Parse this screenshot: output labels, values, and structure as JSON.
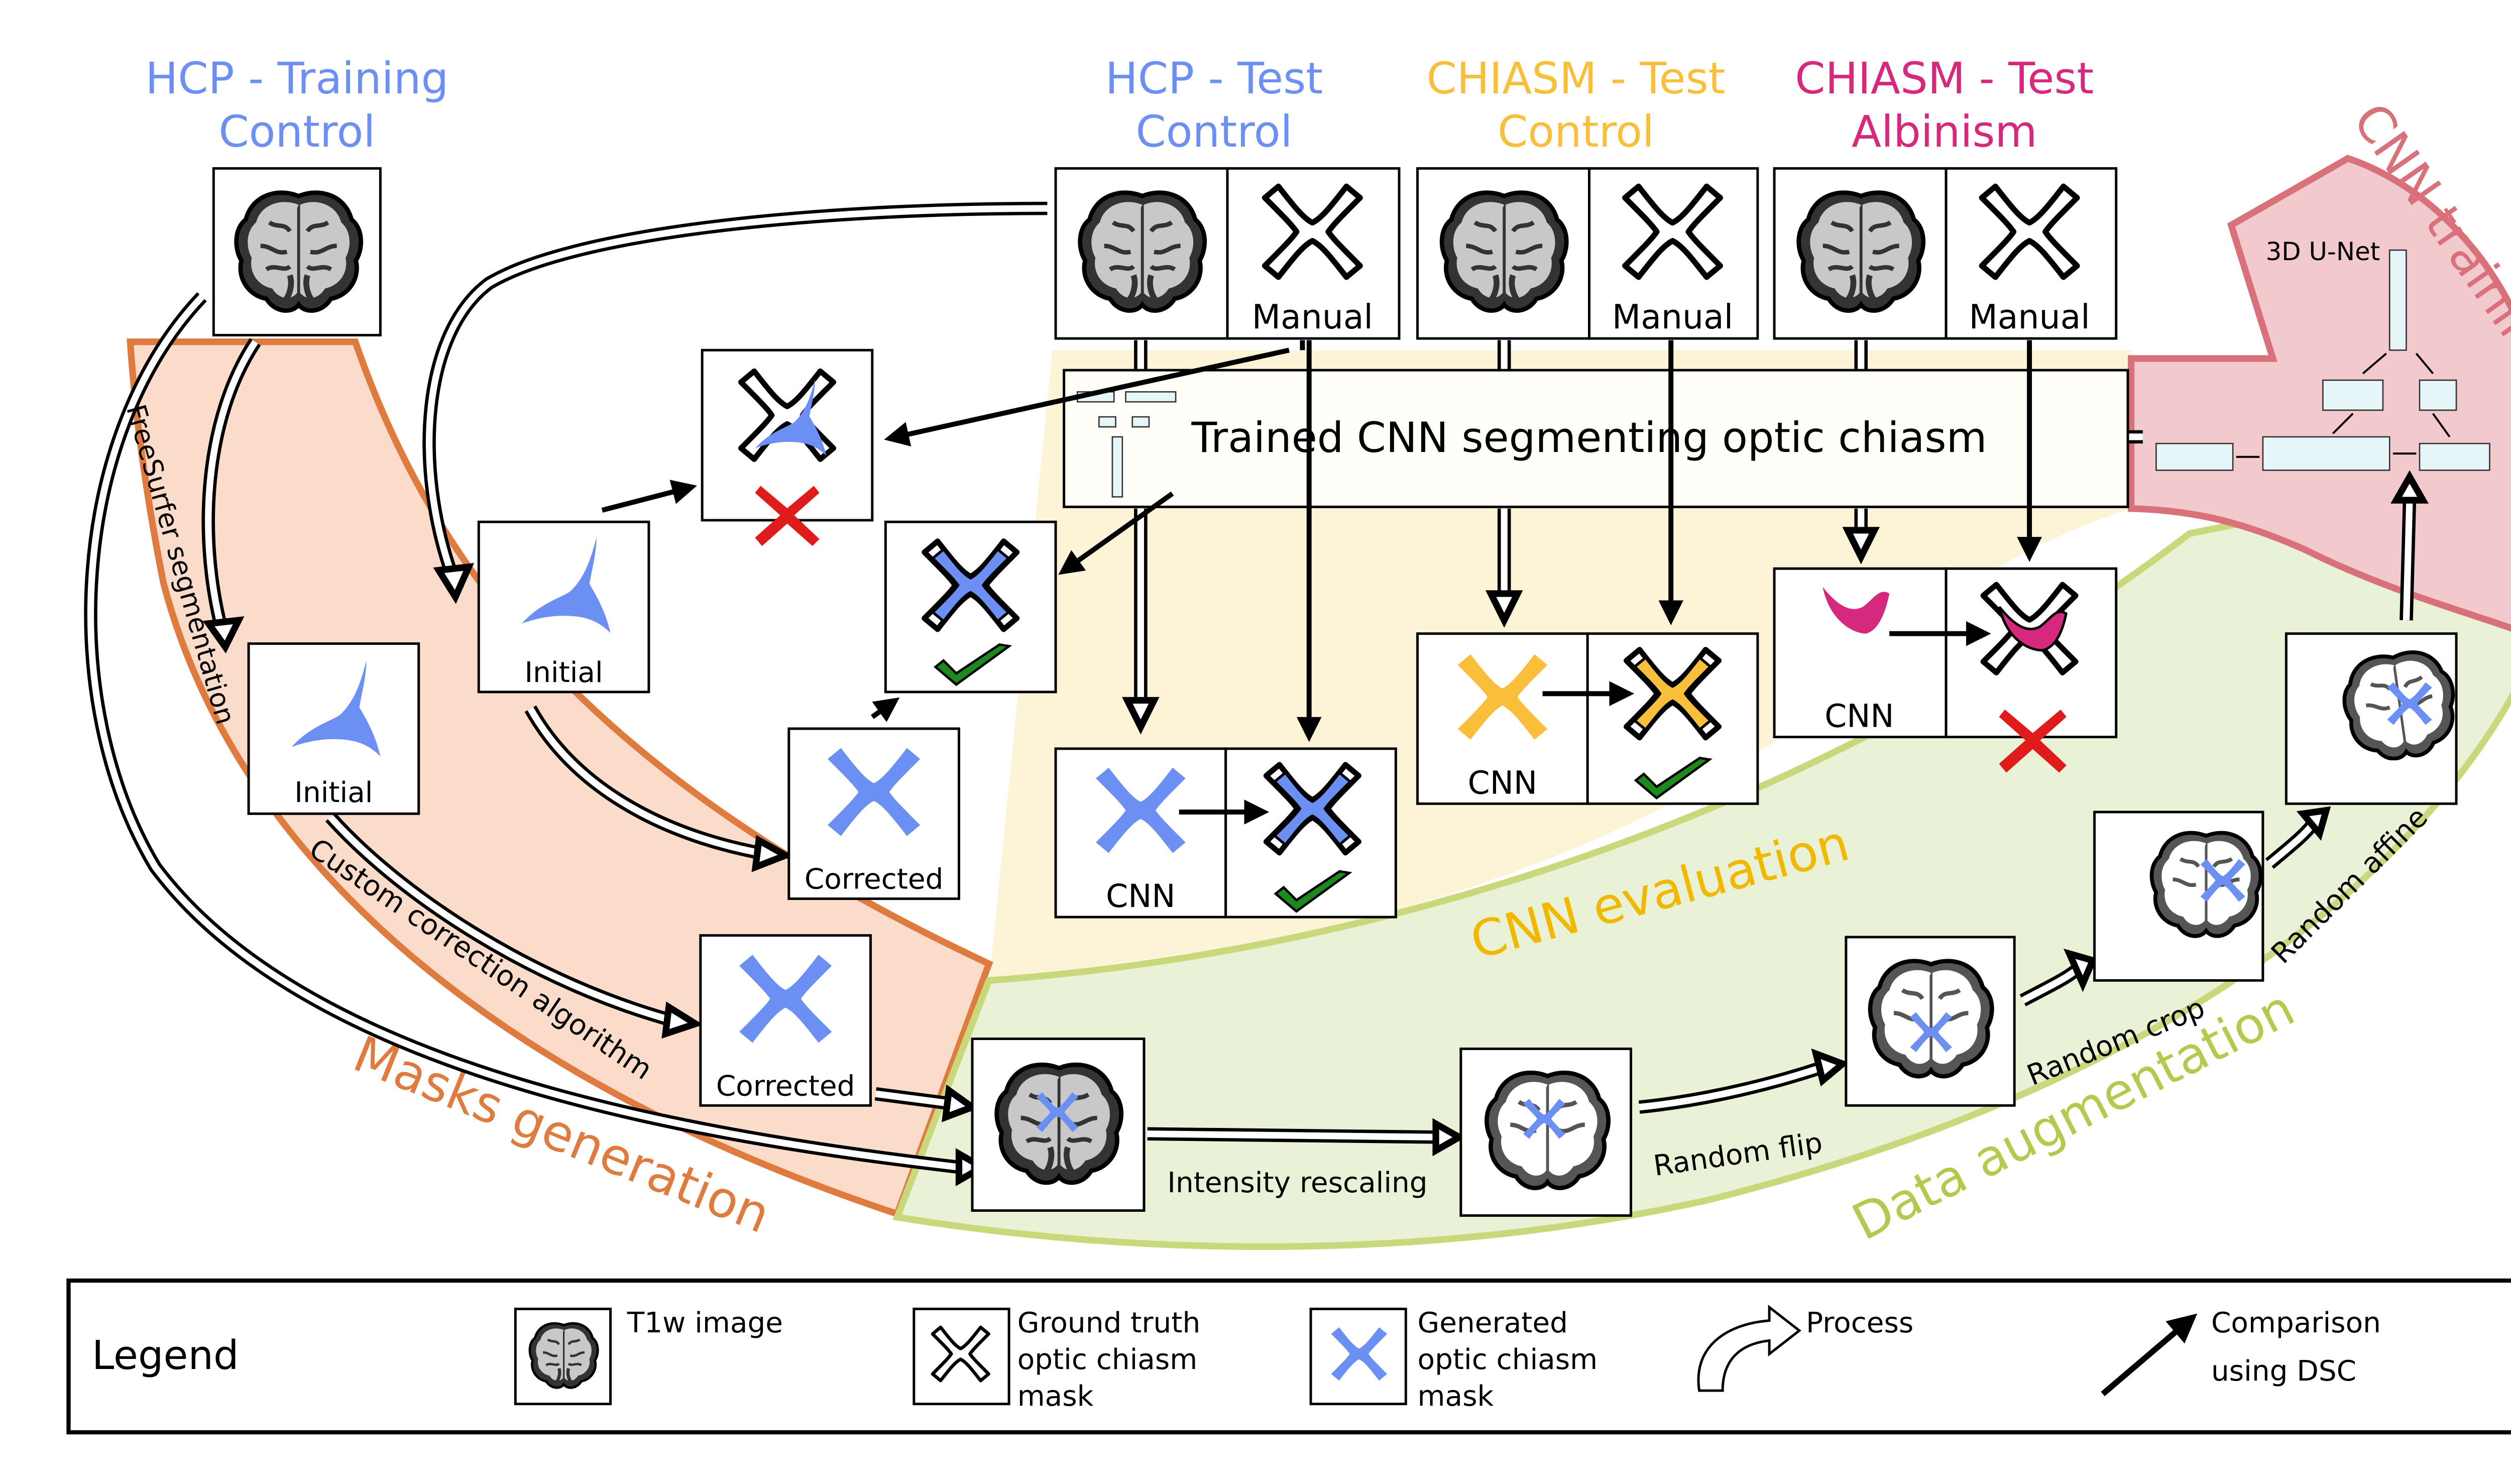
{
  "colors": {
    "hcp_blue": "#6b8ff2",
    "chiasm_control_orange": "#f9bf3b",
    "chiasm_albinism_magenta": "#d6287c",
    "masks_band": "#fbdccb",
    "masks_border": "#e07b3f",
    "eval_band": "#fdf3d6",
    "aug_band": "#e9f1d6",
    "aug_border": "#c8d87a",
    "cnn_training_band": "#f2c9cc",
    "cnn_training_border": "#d9717a",
    "check_green": "#1e8a1e",
    "cross_red": "#e01b1b"
  },
  "headers": {
    "hcp_training": {
      "line1": "HCP - Training",
      "line2": "Control"
    },
    "hcp_test": {
      "line1": "HCP - Test",
      "line2": "Control"
    },
    "chiasm_control": {
      "line1": "CHIASM - Test",
      "line2": "Control"
    },
    "chiasm_albinism": {
      "line1": "CHIASM - Test",
      "line2": "Albinism"
    }
  },
  "bands": {
    "masks_generation": "Masks generation",
    "cnn_evaluation": "CNN evaluation",
    "data_augmentation": "Data augmentation",
    "cnn_training": "CNN training"
  },
  "labels": {
    "manual": "Manual",
    "initial": "Initial",
    "corrected": "Corrected",
    "cnn": "CNN",
    "trained_cnn": "Trained CNN segmenting optic chiasm",
    "unet": "3D U-Net"
  },
  "processes": {
    "freesurfer": "FreeSurfer segmentation",
    "custom_correction": "Custom correction algorithm",
    "intensity_rescaling": "Intensity rescaling",
    "random_flip": "Random flip",
    "random_crop": "Random crop",
    "random_affine": "Random affine"
  },
  "legend": {
    "title": "Legend",
    "t1w": "T1w image",
    "ground_truth": [
      "Ground truth",
      "optic chiasm",
      "mask"
    ],
    "generated": [
      "Generated",
      "optic chiasm",
      "mask"
    ],
    "process": "Process",
    "comparison": [
      "Comparison",
      "using DSC"
    ]
  },
  "icons": [
    "brain-icon",
    "chiasm-outline-icon",
    "chiasm-filled-icon",
    "checkmark-icon",
    "red-cross-icon",
    "process-arrow-icon",
    "comparison-arrow-icon",
    "unet-icon"
  ]
}
